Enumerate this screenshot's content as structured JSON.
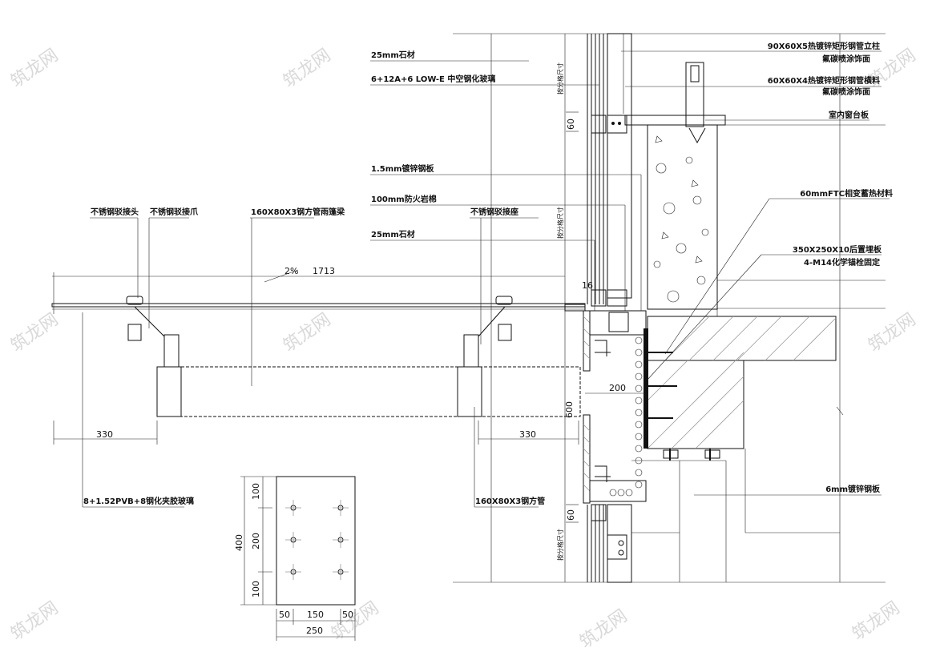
{
  "labels": {
    "stone_25_top": "25mm石材",
    "glass_insulated": "6+12A+6 LOW-E 中空钢化玻璃",
    "galv_plate_15": "1.5mm镀锌钢板",
    "rock_wool": "100mm防火岩棉",
    "stone_25_mid": "25mm石材",
    "ss_joint_head": "不锈钢驳接头",
    "ss_claw": "不锈钢驳接爪",
    "beam_rain": "160X80X3钢方管雨篷梁",
    "ss_seat": "不锈钢驳接座",
    "laminated_glass": "8+1.52PVB+8钢化夹胶玻璃",
    "steel_tube": "160X80X3钢方管",
    "column_l1": "90X60X5热镀锌矩形钢管立柱",
    "column_l2": "氟碳喷涂饰面",
    "transom_l1": "60X60X4热镀锌矩形钢管横料",
    "transom_l2": "氟碳喷涂饰面",
    "sill": "室内窗台板",
    "ftc": "60mmFTC相变蓄热材料",
    "embed_l1": "350X250X10后置埋板",
    "embed_l2": "4-M14化学锚栓固定",
    "galv_plate_6": "6mm镀锌钢板",
    "vertical_note": "按分格尺寸"
  },
  "dims": {
    "slope": "2%",
    "span": "1713",
    "d330_left": "330",
    "d330_right": "330",
    "d200": "200",
    "d600": "600",
    "d60_top": "60",
    "d60_bottom": "60",
    "d16": "16",
    "plate_h": "400",
    "plate_100_top": "100",
    "plate_200": "200",
    "plate_100_bottom": "100",
    "plate_50_left": "50",
    "plate_150": "150",
    "plate_50_right": "50",
    "plate_w": "250"
  },
  "watermark": "筑龙网"
}
